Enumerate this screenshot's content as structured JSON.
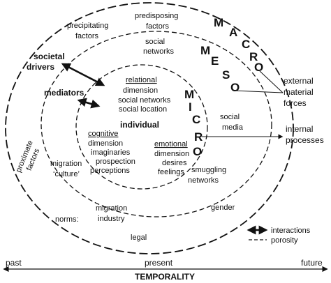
{
  "rings": {
    "macro": {
      "label": "MACRO",
      "letters": [
        "M",
        "A",
        "C",
        "R",
        "O"
      ]
    },
    "meso": {
      "label": "MESO",
      "letters": [
        "M",
        "E",
        "S",
        "O"
      ]
    },
    "micro": {
      "label": "MICRO",
      "letters": [
        "M",
        "I",
        "C",
        "R",
        "O"
      ]
    }
  },
  "macro_texts": {
    "precipitating": [
      "precipitating",
      "factors"
    ],
    "predisposing": [
      "predisposing",
      "factors"
    ],
    "proximate": [
      "proximate",
      "factors"
    ],
    "norms": "norms:",
    "legal": "legal",
    "gender": "gender"
  },
  "meso_texts": {
    "social_networks": [
      "social",
      "networks"
    ],
    "societal_drivers": [
      "societal",
      "drivers"
    ],
    "mediators": "mediators",
    "social_media": [
      "social",
      "media"
    ],
    "smuggling": [
      "smuggling",
      "networks"
    ],
    "migration_culture": [
      "migration",
      "‘culture’"
    ],
    "migration_industry": [
      "migration",
      "industry"
    ]
  },
  "micro_texts": {
    "relational": [
      "relational",
      "dimension",
      "social networks",
      "social location"
    ],
    "individual": "individual",
    "cognitive": [
      "cognitive",
      "dimension",
      "imaginaries",
      "prospection",
      "perceptions"
    ],
    "emotional": [
      "emotional",
      "dimension",
      "desires",
      "feelings"
    ]
  },
  "external": {
    "material_forces": [
      "external",
      "material",
      "forces"
    ],
    "internal_processes": [
      "internal",
      "processes"
    ]
  },
  "legend": {
    "interactions": "interactions",
    "porosity": "porosity"
  },
  "timeline": {
    "past": "past",
    "present": "present",
    "future": "future",
    "title": "TEMPORALITY"
  }
}
